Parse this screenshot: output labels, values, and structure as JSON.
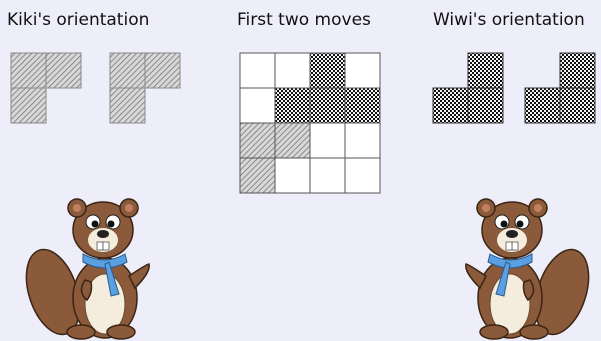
{
  "titles": {
    "kiki": "Kiki's orientation",
    "moves": "First two moves",
    "wiwi": "Wiwi's orientation"
  },
  "colors": {
    "background": "#eeeefb",
    "kiki_piece": "#9a9a9a",
    "wiwi_piece": "#222222",
    "grid_line": "#555555",
    "beaver_fur": "#8a5a3a",
    "beaver_belly": "#f4ecdc",
    "scarf": "#5aa0e0"
  },
  "board": {
    "size": 4,
    "wiwi_cells": [
      [
        0,
        2
      ],
      [
        1,
        1
      ],
      [
        1,
        2
      ],
      [
        1,
        3
      ]
    ],
    "kiki_cells": [
      [
        2,
        0
      ],
      [
        2,
        1
      ],
      [
        3,
        0
      ]
    ]
  },
  "kiki_orientations": [
    [
      [
        0,
        0
      ],
      [
        0,
        1
      ],
      [
        1,
        0
      ]
    ],
    [
      [
        0,
        0
      ],
      [
        0,
        1
      ],
      [
        1,
        0
      ]
    ]
  ],
  "wiwi_orientations": [
    [
      [
        0,
        1
      ],
      [
        1,
        0
      ],
      [
        1,
        1
      ]
    ],
    [
      [
        0,
        1
      ],
      [
        1,
        0
      ],
      [
        1,
        1
      ]
    ]
  ]
}
